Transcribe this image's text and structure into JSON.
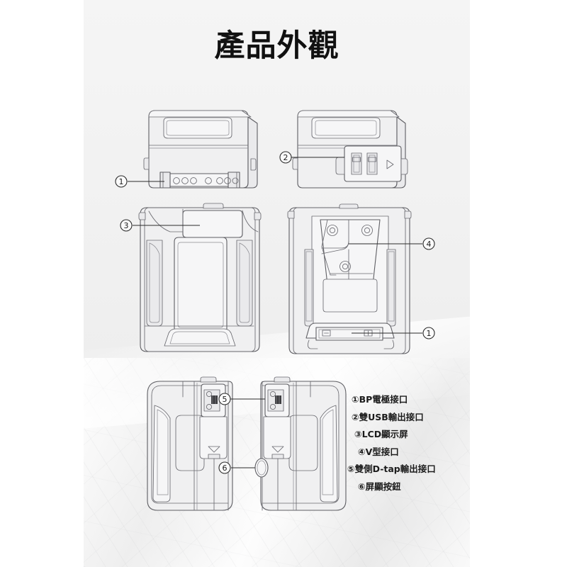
{
  "page": {
    "title": "產品外觀",
    "background_color": "#f2f2f2",
    "margin_color": "#ffffff",
    "line_color": "#5a5a5f"
  },
  "legend": {
    "items": [
      {
        "marker": "①",
        "label": "①BP電極接口"
      },
      {
        "marker": "②",
        "label": "②雙USB輸出接口"
      },
      {
        "marker": "③",
        "label": "③LCD顯示屏"
      },
      {
        "marker": "④",
        "label": "④V型接口"
      },
      {
        "marker": "⑤",
        "label": "⑤雙側D-tap輸出接口"
      },
      {
        "marker": "⑥",
        "label": "⑥屏顯按鈕"
      }
    ]
  },
  "views": {
    "top_left": {
      "name": "bottom-edge-view",
      "callouts": [
        {
          "marker": "①",
          "target": "BP電極接口"
        }
      ]
    },
    "top_right": {
      "name": "usb-edge-view",
      "callouts": [
        {
          "marker": "②",
          "target": "雙USB輸出接口"
        }
      ],
      "marks": [
        "▷"
      ]
    },
    "mid_left": {
      "name": "front-face-view",
      "callouts": [
        {
          "marker": "③",
          "target": "LCD顯示屏"
        }
      ]
    },
    "mid_right": {
      "name": "back-v-mount-view",
      "callouts": [
        {
          "marker": "④",
          "target": "V型接口"
        },
        {
          "marker": "①",
          "target": "BP電極接口"
        }
      ],
      "terminal_marks": [
        "−",
        "+"
      ]
    },
    "bottom_left": {
      "name": "left-side-view",
      "callouts": [
        {
          "marker": "⑤",
          "target": "雙側D-tap輸出接口"
        }
      ],
      "marks": [
        "▽"
      ]
    },
    "bottom_right": {
      "name": "right-side-view",
      "callouts": [
        {
          "marker": "⑤",
          "target": "雙側D-tap輸出接口"
        },
        {
          "marker": "⑥",
          "target": "屏顯按鈕"
        }
      ],
      "marks": [
        "▽"
      ]
    }
  }
}
